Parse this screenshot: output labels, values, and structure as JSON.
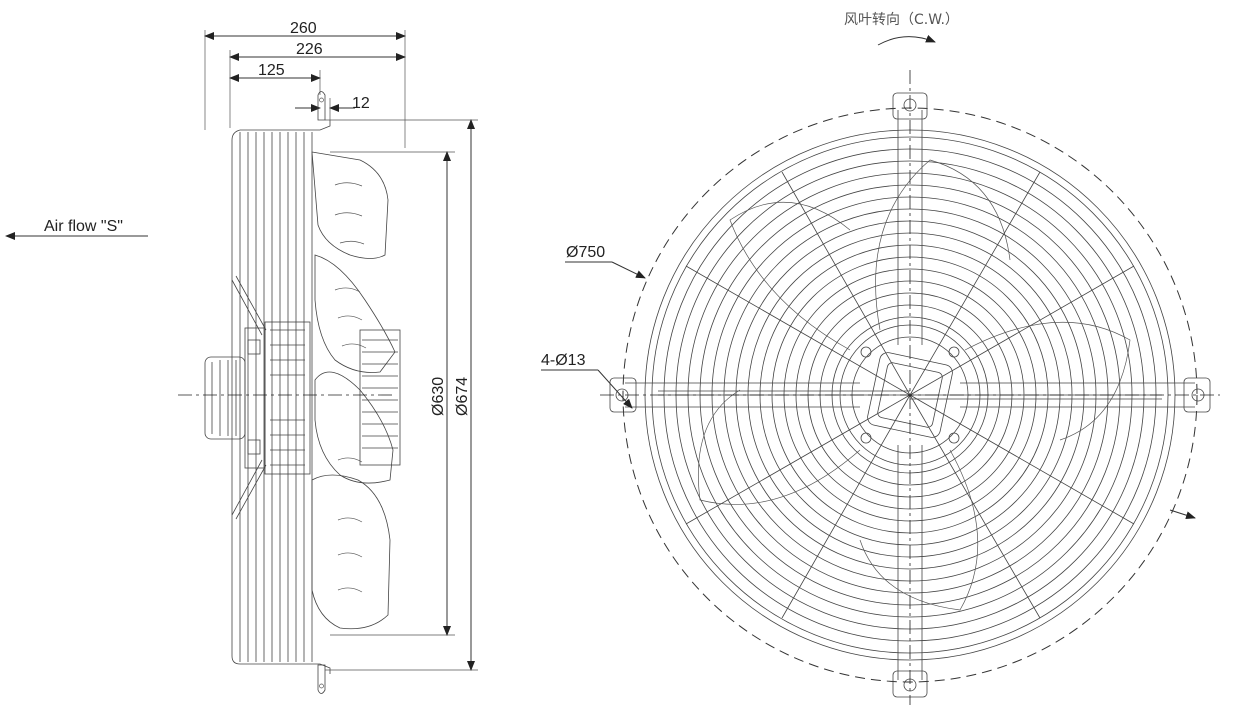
{
  "side_view": {
    "dims_top": [
      "260",
      "226",
      "125",
      "12"
    ],
    "dims_right": [
      "Ø630",
      "Ø674"
    ],
    "airflow_label": "Air flow \"S\""
  },
  "front_view": {
    "rotation_label": "风叶转向（C.W.）",
    "diameter_label": "Ø750",
    "holes_label": "4-Ø13"
  }
}
